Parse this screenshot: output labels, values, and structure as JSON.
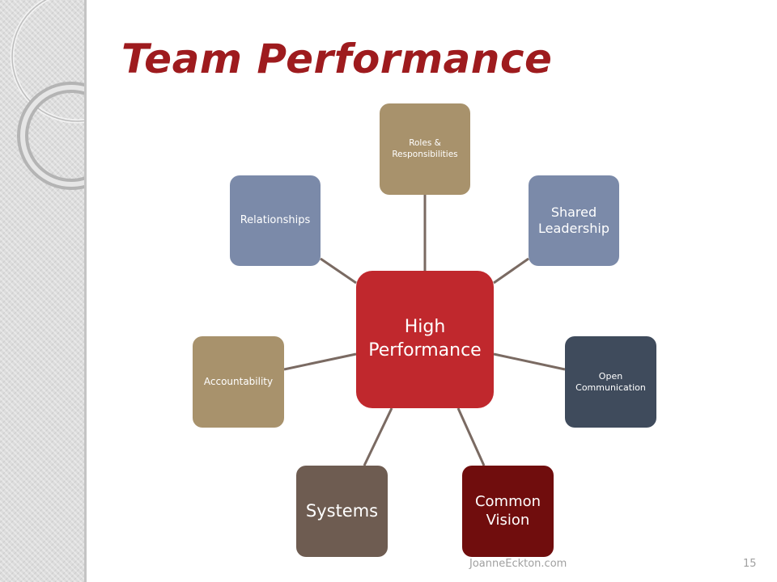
{
  "slide": {
    "title": "Team Performance",
    "footer": "JoanneEckton.com",
    "page_number": "15"
  },
  "diagram": {
    "center": {
      "lines": [
        "High",
        "Performance"
      ],
      "color": "#c0282d"
    },
    "nodes": [
      {
        "id": "roles",
        "lines": [
          "Roles &",
          "Responsibilities"
        ],
        "color": "#a8926c"
      },
      {
        "id": "shared",
        "lines": [
          "Shared",
          "Leadership"
        ],
        "color": "#7b8aa9"
      },
      {
        "id": "relationships",
        "lines": [
          "Relationships"
        ],
        "color": "#7b8aa9"
      },
      {
        "id": "accountability",
        "lines": [
          "Accountability"
        ],
        "color": "#a8926c"
      },
      {
        "id": "open",
        "lines": [
          "Open",
          "Communication"
        ],
        "color": "#3f4b5c"
      },
      {
        "id": "systems",
        "lines": [
          "Systems"
        ],
        "color": "#6e5c51"
      },
      {
        "id": "common",
        "lines": [
          "Common",
          "Vision"
        ],
        "color": "#700d0d"
      }
    ],
    "connector_color": "#7a6a62"
  }
}
